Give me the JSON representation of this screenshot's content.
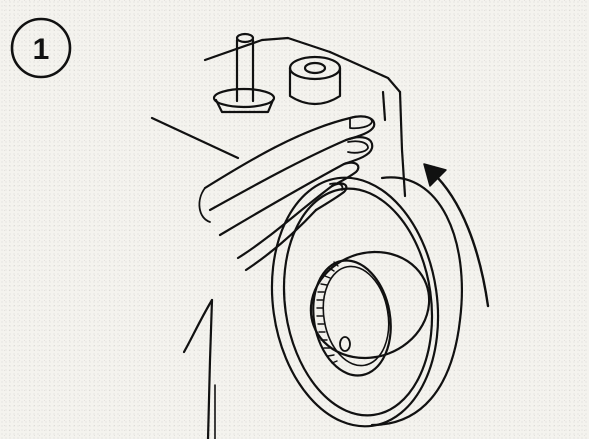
{
  "figure": {
    "step_number": "1",
    "parts": [
      "spool-pin",
      "bobbin-winder-spindle",
      "machine-head",
      "hand",
      "handwheel",
      "rotation-arrow"
    ],
    "colors": {
      "line": "#111111",
      "paper": "#f4f3ee"
    }
  }
}
